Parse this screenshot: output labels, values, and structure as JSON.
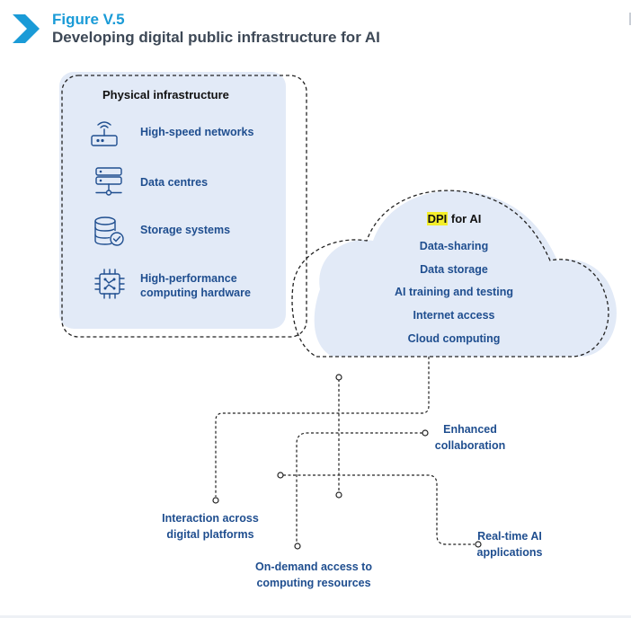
{
  "header": {
    "figure_label": "Figure V.5",
    "title": "Developing digital public infrastructure for AI"
  },
  "physical": {
    "title": "Physical infrastructure",
    "items": [
      {
        "label": "High-speed networks",
        "icon": "router-icon"
      },
      {
        "label": "Data centres",
        "icon": "server-rack-icon"
      },
      {
        "label": "Storage systems",
        "icon": "database-check-icon"
      },
      {
        "label": "High-performance computing hardware",
        "line1": "High-performance",
        "line2": "computing hardware",
        "icon": "microchip-icon"
      }
    ]
  },
  "dpi": {
    "title_highlight": "DPI",
    "title_rest": " for AI",
    "items": [
      "Data-sharing",
      "Data storage",
      "AI training and testing",
      "Internet access",
      "Cloud computing"
    ]
  },
  "outcomes": [
    {
      "line1": "Enhanced",
      "line2": "collaboration"
    },
    {
      "line1": "Interaction across",
      "line2": "digital platforms"
    },
    {
      "line1": "Real-time AI",
      "line2": "applications"
    },
    {
      "line1": "On-demand access to",
      "line2": "computing resources"
    }
  ],
  "colors": {
    "accent": "#1a9bd7",
    "title": "#3d4856",
    "label": "#1f4e8f",
    "panel": "#e2eaf7",
    "dash": "#222222"
  }
}
